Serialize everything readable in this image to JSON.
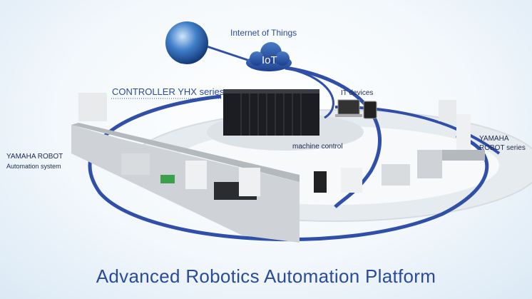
{
  "labels": {
    "iot_heading": "Internet of Things",
    "iot_cloud": "IoT",
    "controller": "CONTROLLER YHX series",
    "it_devices": "IT devices",
    "machine_control": "machine control",
    "robot_series_line1": "YAMAHA",
    "robot_series_line2": "ROBOT series",
    "automation_line1": "YAMAHA ROBOT",
    "automation_line2": "Automation system"
  },
  "title": "Advanced Robotics Automation Platform",
  "colors": {
    "accent": "#2a4a9a",
    "ring": "#2f4fa8",
    "text": "#1d2b4a"
  }
}
